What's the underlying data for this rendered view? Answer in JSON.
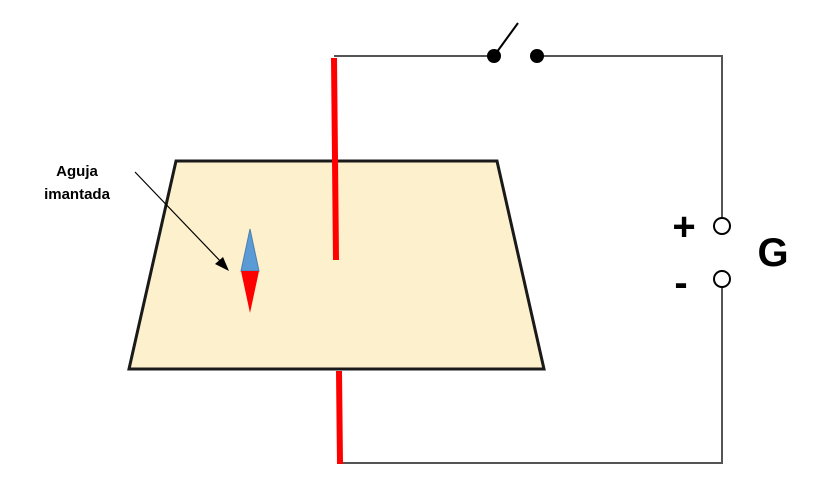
{
  "labels": {
    "needle_line1": "Aguja",
    "needle_line2": "imantada",
    "terminal_positive": "+",
    "terminal_negative": "-",
    "generator": "G"
  },
  "colors": {
    "board_fill": "#fdf0cc",
    "wire": "#555555",
    "conductor": "#ff0000",
    "needle_north": "#5b9bd5",
    "needle_south": "#ff0000"
  }
}
